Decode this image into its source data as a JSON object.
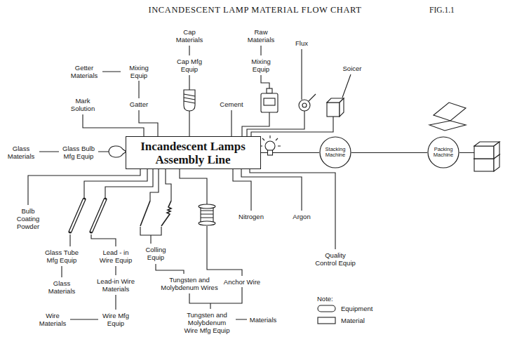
{
  "diagram": {
    "title": "INCANDESCENT LAMP MATERIAL FLOW CHART",
    "nodes": [
      {
        "text": [
          "Incandescent Lamps Assembly Line"
        ]
      },
      {
        "text": [
          "Stacking Machine"
        ]
      },
      {
        "text": [
          "Packing Machine"
        ]
      }
    ],
    "edges": [
      {
        "from": 0,
        "to": 1,
        "arrow": "none"
      },
      {
        "from": 1,
        "to": 2,
        "arrow": "none"
      }
    ],
    "labels": [
      "FIG.1.1",
      "Cap Materials",
      "Raw Materials",
      "Flux",
      "Getter Materials",
      "Mixing Equip",
      "Cap Mfg Equip",
      "Mixing Equip",
      "Soicer",
      "Mark Solution",
      "Gatter",
      "Cement",
      "Glass Materials",
      "Glass Bulb Mfg Equip",
      "Bulb Coating Powder",
      "Glass Tube Mfg Equip",
      "Lead - in Wire Equip",
      "Colling Equip",
      "Nitrogen",
      "Argon",
      "Glass Materials",
      "Lead-in Wire Materials",
      "Tungsten and Molybdenum Wires",
      "Anchor Wire",
      "Quality Control Equip",
      "Wire Materials",
      "Wire Mfg Equip",
      "Tungsten and Molybdenum Wire Mfg Equip",
      "Materials",
      "Note:"
    ],
    "legend": [
      {
        "text": "Equipment"
      },
      {
        "text": "Material"
      }
    ]
  }
}
